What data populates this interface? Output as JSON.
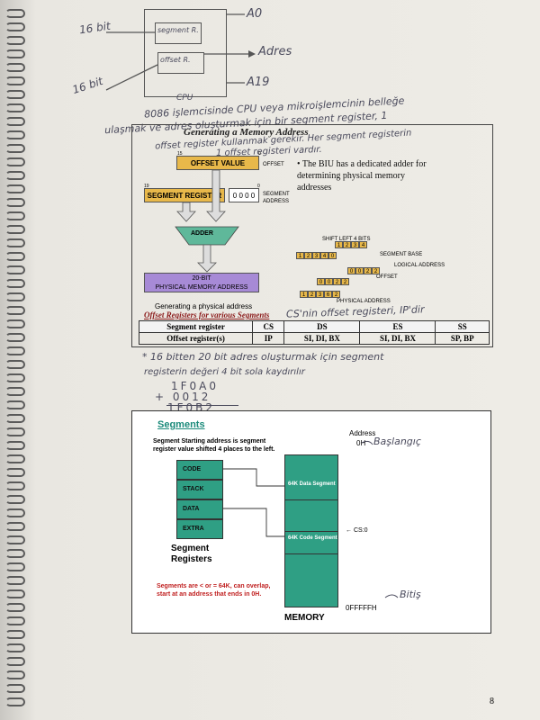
{
  "handwriting": {
    "top_diagram": {
      "label_16bit_top": "16 bit",
      "label_16bit_bottom": "16 bit",
      "segment_box": "segment R.",
      "offset_box": "offset R.",
      "a0": "A0",
      "adres": "Adres",
      "a19": "A19",
      "cpu": "CPU"
    },
    "line1": "8086 işlemcisinde CPU veya mikroişlemcinin belleğe",
    "line2": "ulaşmak ve adres oluşturmak için bir segment register, 1",
    "line3": "offset register kullanmak gerekir. Her segment registerin",
    "line4": "1 offset registeri vardır.",
    "note_ip": "CS'nin offset registeri, IP'dir",
    "note2_line1": "* 16 bitten 20 bit adres oluşturmak için segment",
    "note2_line2": "registerin değeri 4 bit sola kaydırılır",
    "calc_line1": "1F0A0",
    "calc_line2": "+ 0012",
    "calc_line3": "1F0B2",
    "baslangic": "Başlangıç",
    "bitis": "Bitiş"
  },
  "slide1": {
    "title": "Generating a Memory Address",
    "offset_value": "OFFSET VALUE",
    "offset_tag": "OFFSET",
    "bit15": "15",
    "bit0": "0",
    "bullet": "The BIU has a dedicated adder for determining physical memory addresses",
    "segment_register": "SEGMENT REGISTER",
    "zeros": "0 0 0 0",
    "segment_address": "SEGMENT ADDRESS",
    "bit19": "19",
    "adder": "ADDER",
    "phys_20bit": "20-BIT",
    "phys_addr": "PHYSICAL MEMORY ADDRESS",
    "caption": "Generating a physical address",
    "small_shift": "SHIFT LEFT 4 BITS",
    "small_seg": "SEGMENT BASE",
    "small_logical": "LOGICAL ADDRESS",
    "small_offset": "OFFSET",
    "small_phys": "PHYSICAL ADDRESS",
    "small_row1": [
      "1",
      "2",
      "3",
      "4"
    ],
    "small_row2": [
      "1",
      "2",
      "3",
      "4",
      "0"
    ],
    "small_row3": [
      "0",
      "0",
      "2",
      "2"
    ],
    "small_row4": [
      "0",
      "0",
      "2",
      "2"
    ],
    "small_row5": [
      "1",
      "2",
      "3",
      "6",
      "2"
    ]
  },
  "offset_table": {
    "title": "Offset Registers for various Segments",
    "header": [
      "Segment register",
      "CS",
      "DS",
      "ES",
      "SS"
    ],
    "row": [
      "Offset register(s)",
      "IP",
      "SI, DI, BX",
      "SI, DI, BX",
      "SP, BP"
    ]
  },
  "slide2": {
    "title": "Segments",
    "desc": "Segment Starting address is segment register value shifted 4 places to the left.",
    "regs": [
      "CODE",
      "STACK",
      "DATA",
      "EXTRA"
    ],
    "reg_caption": "Segment Registers",
    "address_label": "Address",
    "addr_0h": "0H",
    "data_segment": "64K Data Segment",
    "code_segment": "64K Code Segment",
    "cs0": "← CS:0",
    "red_note": "Segments are < or = 64K, can overlap, start at an address that ends in 0H.",
    "memory": "MEMORY",
    "addr_end": "0FFFFFH"
  },
  "page_number": "8",
  "colors": {
    "gold": "#e8b84a",
    "purple": "#a78ad6",
    "teal": "#2f9f84",
    "red": "#c02020"
  }
}
